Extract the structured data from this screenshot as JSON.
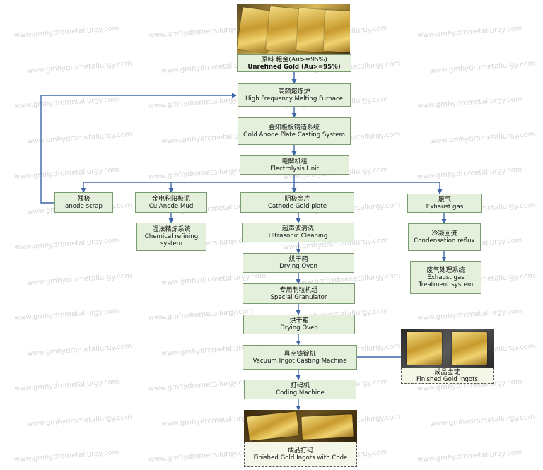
{
  "watermark": "www.gmhydrometallurgy.com",
  "nodes": {
    "raw": {
      "zh": "原料:粗金(Au>=95%)",
      "en": "Unrefined Gold (Au>=95%)"
    },
    "furnace": {
      "zh": "高频熔炼炉",
      "en": "High Frequency Melting Furnace"
    },
    "casting": {
      "zh": "金阳极板铸造系统",
      "en": "Gold Anode Plate Casting System"
    },
    "electrolysis": {
      "zh": "电解机组",
      "en": "Electrolysis Unit"
    },
    "scrap": {
      "zh": "残极",
      "en": "anode scrap"
    },
    "mud": {
      "zh": "金电积阳极泥",
      "en": "Cu Anode Mud"
    },
    "wet": {
      "zh": "湿法精炼系统",
      "en": "Chemical refining system"
    },
    "cathode": {
      "zh": "阴极金片",
      "en": "Cathode Gold plate"
    },
    "ultrasonic": {
      "zh": "超声波清洗",
      "en": "Ultrasonic Cleaning"
    },
    "oven1": {
      "zh": "烘干箱",
      "en": "Drying Oven"
    },
    "granulator": {
      "zh": "专用制粒机组",
      "en": "Special Granulator"
    },
    "oven2": {
      "zh": "烘干箱",
      "en": "Drying Oven"
    },
    "vacuum": {
      "zh": "真空铸锭机",
      "en": "Vacuum Ingot Casting Machine"
    },
    "coding": {
      "zh": "打码机",
      "en": "Coding Machine"
    },
    "final": {
      "zh": "成品打码",
      "en": "Finished Gold Ingots with Code"
    },
    "exhaust": {
      "zh": "废气",
      "en": "Exhaust gas"
    },
    "condense": {
      "zh": "冷凝回流",
      "en": "Condensation reflux"
    },
    "treatment": {
      "zh": "废气处理系统",
      "en": "Exhaust gas Treatment system"
    },
    "ingots": {
      "zh": "成品金锭",
      "en": "Finished Gold Ingots"
    }
  },
  "colors": {
    "box_fill": "#e4efdc",
    "box_border": "#7a9a70",
    "arrow": "#3f67a8"
  }
}
